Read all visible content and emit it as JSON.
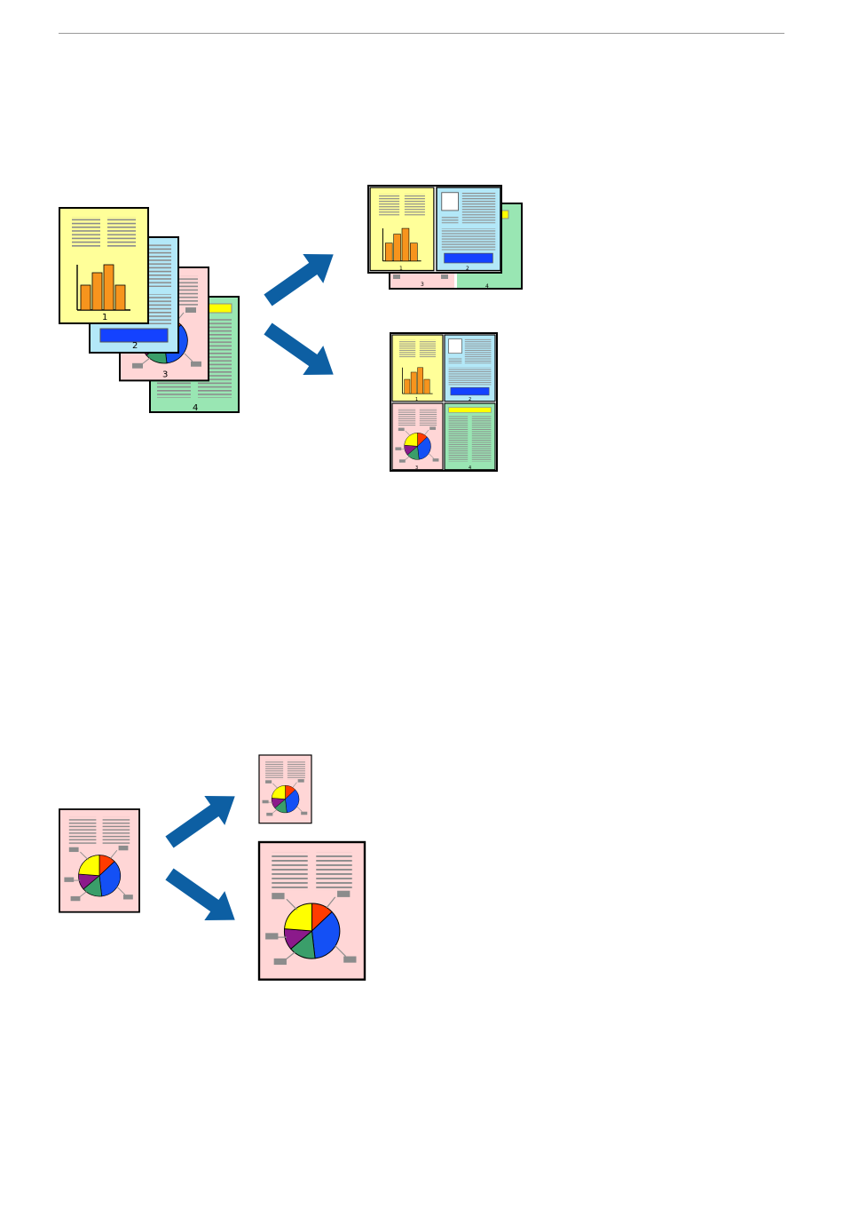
{
  "colors": {
    "page_yellow": "#ffff99",
    "page_blue": "#b3e8f8",
    "page_pink": "#ffd6d6",
    "page_green": "#99e6b3",
    "bar_orange": "#f7941d",
    "block_blue": "#1442ff",
    "text_lines": "#8c8c8c",
    "arrow_blue": "#0d5fa3",
    "pie_red": "#ff3b00",
    "pie_blue": "#1450f5",
    "pie_green": "#3a9e6a",
    "pie_purple": "#8b1a8b",
    "pie_yellow": "#ffff00"
  },
  "figure1": {
    "page_labels": [
      "1",
      "2",
      "3",
      "4"
    ]
  }
}
